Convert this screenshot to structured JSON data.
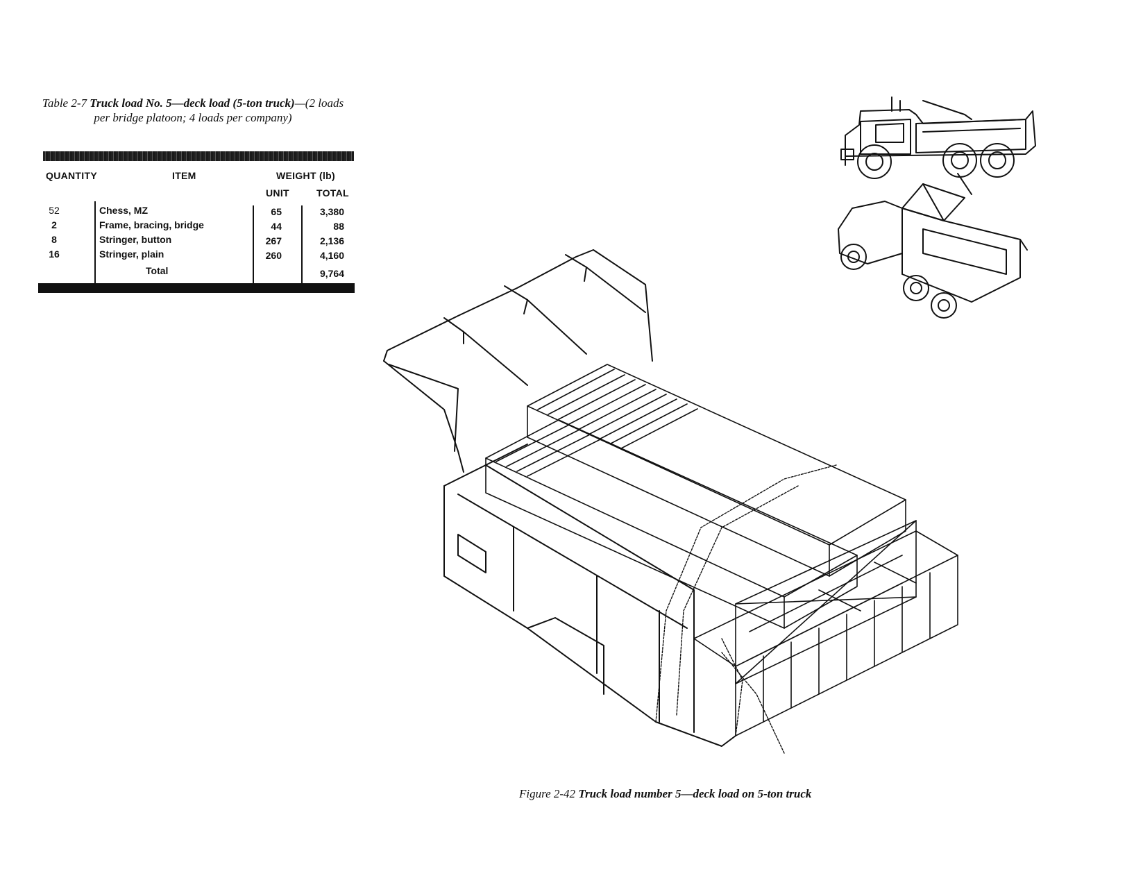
{
  "table": {
    "caption_prefix": "Table 2-7",
    "caption_bold": "Truck load No. 5—deck load (5-ton truck)",
    "caption_rest": "—(2 loads per bridge platoon; 4 loads per company)",
    "headers": {
      "quantity": "QUANTITY",
      "item": "ITEM",
      "weight": "WEIGHT (lb)",
      "unit": "UNIT",
      "total": "TOTAL"
    },
    "rows": [
      {
        "quantity": "52",
        "item": "Chess, MZ",
        "unit": "65",
        "total": "3,380"
      },
      {
        "quantity": "2",
        "item": "Frame, bracing, bridge",
        "unit": "44",
        "total": "88"
      },
      {
        "quantity": "8",
        "item": "Stringer, button",
        "unit": "267",
        "total": "2,136"
      },
      {
        "quantity": "16",
        "item": "Stringer, plain",
        "unit": "260",
        "total": "4,160"
      }
    ],
    "total_label": "Total",
    "total_value": "9,764"
  },
  "figure": {
    "caption_prefix": "Figure 2-42",
    "caption_bold": "Truck load number 5—deck load on 5-ton truck"
  }
}
